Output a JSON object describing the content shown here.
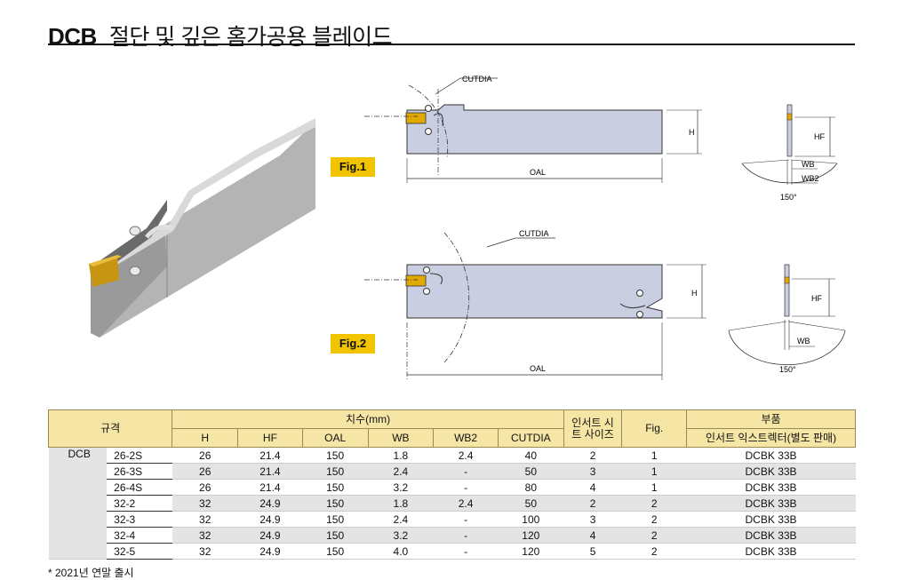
{
  "header": {
    "code": "DCB",
    "subtitle": "절단 및 깊은 홈가공용 블레이드"
  },
  "figures": {
    "fig1": {
      "label": "Fig.1",
      "dims": {
        "cutdia": "CUTDIA",
        "h": "H",
        "oal": "OAL",
        "hf": "HF",
        "wb": "WB",
        "wb2": "WB2",
        "angle": "150°"
      }
    },
    "fig2": {
      "label": "Fig.2",
      "dims": {
        "cutdia": "CUTDIA",
        "h": "H",
        "oal": "OAL",
        "hf": "HF",
        "wb": "WB",
        "angle": "150°"
      }
    }
  },
  "table": {
    "headers": {
      "spec": "규격",
      "dims": "치수(mm)",
      "insert_size": "인서트 시트 사이즈",
      "fig": "Fig.",
      "parts": "부품",
      "h": "H",
      "hf": "HF",
      "oal": "OAL",
      "wb": "WB",
      "wb2": "WB2",
      "cutdia": "CUTDIA",
      "extractor": "인서트 익스트렉터(별도 판매)"
    },
    "model": "DCB",
    "rows": [
      {
        "code": "26-2S",
        "h": "26",
        "hf": "21.4",
        "oal": "150",
        "wb": "1.8",
        "wb2": "2.4",
        "cutdia": "40",
        "size": "2",
        "fig": "1",
        "part": "DCBK 33B"
      },
      {
        "code": "26-3S",
        "h": "26",
        "hf": "21.4",
        "oal": "150",
        "wb": "2.4",
        "wb2": "-",
        "cutdia": "50",
        "size": "3",
        "fig": "1",
        "part": "DCBK 33B"
      },
      {
        "code": "26-4S",
        "h": "26",
        "hf": "21.4",
        "oal": "150",
        "wb": "3.2",
        "wb2": "-",
        "cutdia": "80",
        "size": "4",
        "fig": "1",
        "part": "DCBK 33B"
      },
      {
        "code": "32-2",
        "h": "32",
        "hf": "24.9",
        "oal": "150",
        "wb": "1.8",
        "wb2": "2.4",
        "cutdia": "50",
        "size": "2",
        "fig": "2",
        "part": "DCBK 33B"
      },
      {
        "code": "32-3",
        "h": "32",
        "hf": "24.9",
        "oal": "150",
        "wb": "2.4",
        "wb2": "-",
        "cutdia": "100",
        "size": "3",
        "fig": "2",
        "part": "DCBK 33B"
      },
      {
        "code": "32-4",
        "h": "32",
        "hf": "24.9",
        "oal": "150",
        "wb": "3.2",
        "wb2": "-",
        "cutdia": "120",
        "size": "4",
        "fig": "2",
        "part": "DCBK 33B"
      },
      {
        "code": "32-5",
        "h": "32",
        "hf": "24.9",
        "oal": "150",
        "wb": "4.0",
        "wb2": "-",
        "cutdia": "120",
        "size": "5",
        "fig": "2",
        "part": "DCBK 33B"
      }
    ]
  },
  "footnote": "* 2021년 연말 출시",
  "colors": {
    "blade": "#c9cfe0",
    "insert": "#e0a800",
    "header": "#f6e6a6",
    "label": "#f2c400"
  }
}
